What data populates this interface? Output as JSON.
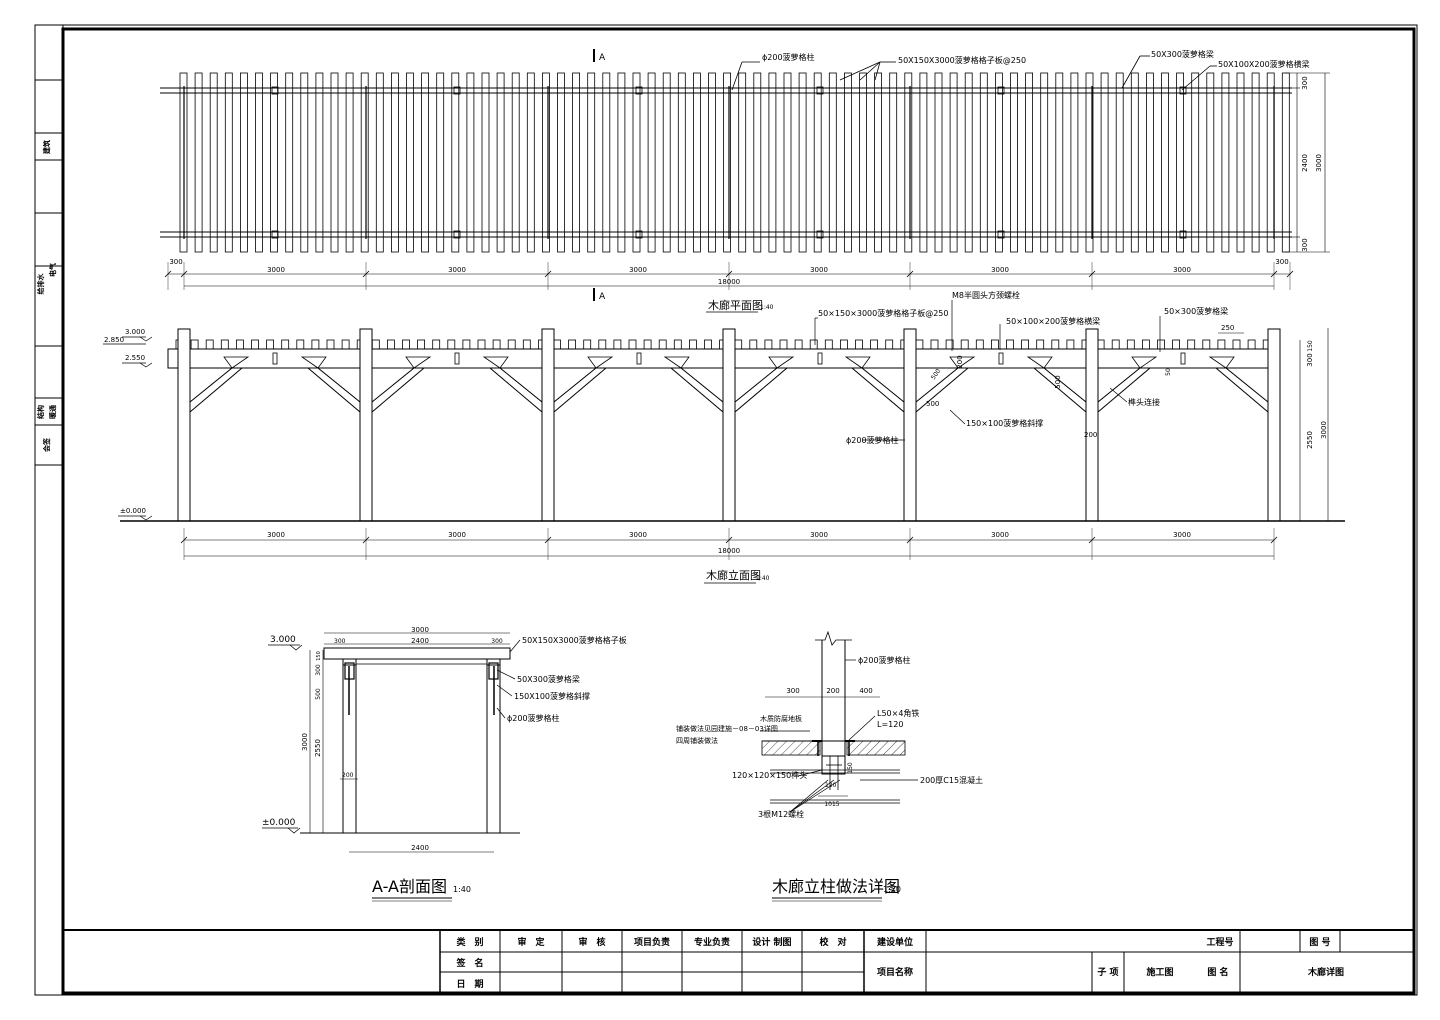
{
  "side_strip": {
    "stamps": [
      "建筑",
      "给排水",
      "电气",
      "结构",
      "暖通",
      "会签"
    ]
  },
  "plan": {
    "title": "木廊平面图",
    "scale": "1:40",
    "section_mark": "A",
    "labels": {
      "column": "ϕ200菠萝格柱",
      "slat": "50X150X3000菠萝格格子板@250",
      "beam": "50X300菠萝格梁",
      "joist": "50X100X200菠萝格横梁"
    },
    "bays": [
      "3000",
      "3000",
      "3000",
      "3000",
      "3000",
      "3000"
    ],
    "total": "18000",
    "overhang": "300",
    "dims_right": {
      "edge_top": "300",
      "inner": "2400",
      "outer": "3000",
      "edge_bottom": "300"
    }
  },
  "elevation": {
    "title": "木廊立面图",
    "scale": "1:40",
    "levels": [
      "3.000",
      "2.850",
      "2.550",
      "±0.000"
    ],
    "labels": {
      "bolt": "M8半圆头方颈螺栓",
      "slat": "50×150×3000菠萝格格子板@250",
      "joist": "50×100×200菠萝格横梁",
      "beam": "50×300菠萝格梁",
      "brace": "150×100菠萝格斜撑",
      "column": "ϕ200菠萝格柱",
      "joint": "榫头连接"
    },
    "dims": {
      "d250": "250",
      "d200": "200",
      "d500": "500",
      "d500b": "500",
      "d50": "50",
      "d200col": "200",
      "d300": "300",
      "d150": "150",
      "d2550": "2550",
      "d3000": "3000"
    },
    "bays": [
      "3000",
      "3000",
      "3000",
      "3000",
      "3000",
      "3000"
    ],
    "total": "18000"
  },
  "section": {
    "title": "A-A剖面图",
    "scale": "1:40",
    "levels": [
      "3.000",
      "±0.000"
    ],
    "labels": {
      "slat": "50X150X3000菠萝格格子板",
      "beam": "50X300菠萝格梁",
      "brace": "150X100菠萝格斜撑",
      "column": "ϕ200菠萝格柱"
    },
    "dims": {
      "top": "3000",
      "inner": "2400",
      "left": "300",
      "right": "300",
      "d150": "150",
      "d300": "300",
      "d500": "500",
      "h3000": "3000",
      "h2550": "2550",
      "d200": "200",
      "bottom": "2400"
    }
  },
  "detail": {
    "title": "木廊立柱做法详图",
    "scale": "1:20",
    "labels": {
      "column": "ϕ200菠萝格柱",
      "angle": "L50×4角铁",
      "angle_len": "L=120",
      "paving": "木质防腐地板",
      "note1": "铺装做法见园建施－08－03详图",
      "note2": "四周铺装做法",
      "tenon": "120×120×150榫头",
      "concrete": "200厚C15混凝土",
      "bolts": "3根M12螺栓"
    },
    "dims": {
      "d300": "300",
      "d200": "200",
      "d400": "400",
      "d120": "120",
      "d150": "150",
      "d1015": "1015"
    }
  },
  "title_block": {
    "row1": [
      "类　别",
      "审　定",
      "审　核",
      "项目负责",
      "专业负责",
      "设计 制图",
      "校　对"
    ],
    "row2_label": "签　名",
    "row3_label": "日　期",
    "client_label": "建设单位",
    "project_label": "项目名称",
    "project_no_label": "工程号",
    "drawing_no_label": "图 号",
    "subitem_label": "子 项",
    "drawing_type": "施工图",
    "drawing_name_label": "图 名",
    "drawing_name": "木廊详图"
  }
}
